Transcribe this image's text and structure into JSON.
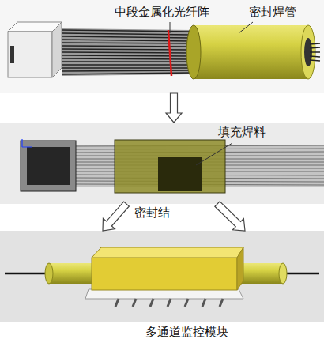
{
  "diagram": {
    "nodes": [
      {
        "text": [
          "中段金属化光纤阵",
          "密封焊管"
        ]
      },
      {
        "text": [
          "填充焊料",
          "密封结"
        ]
      },
      {
        "text": [
          "多通道监控模块"
        ]
      }
    ],
    "edges": [
      {
        "from": 0,
        "to": 1,
        "arrow": "to"
      },
      {
        "from": 1,
        "to": 2,
        "arrow": "to"
      },
      {
        "from": 1,
        "to": 2,
        "arrow": "to"
      }
    ]
  }
}
